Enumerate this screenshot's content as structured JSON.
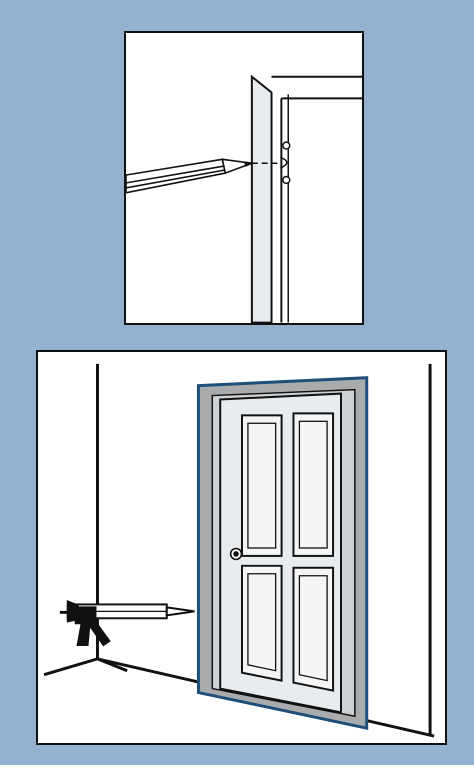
{
  "colors": {
    "background": "#94b1cf",
    "line": "#111111",
    "door_fill": "#e9ecef",
    "frame_fill": "#a9abad",
    "frame_outline": "#1f4e79",
    "paper": "#ffffff"
  },
  "panels": [
    {
      "id": "step-mark-hinge",
      "icons": [
        "pencil-icon",
        "door-jamb",
        "hinge-screw-holes"
      ]
    },
    {
      "id": "step-install-door",
      "icons": [
        "caulk-gun-icon",
        "door-icon",
        "doorknob-icon"
      ]
    }
  ]
}
